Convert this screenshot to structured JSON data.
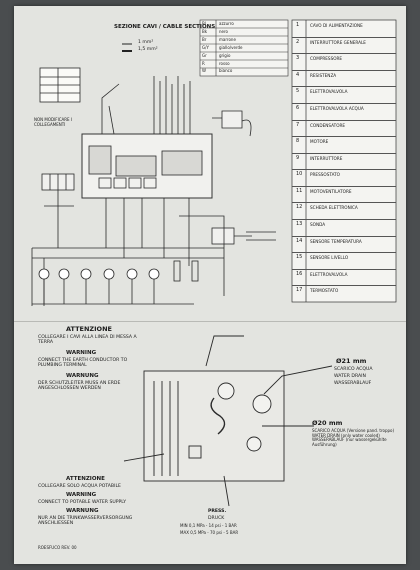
{
  "top": {
    "cable_title": "SEZIONE CAVI / CABLE SECTIONS",
    "sections": [
      {
        "value": "1 mm²"
      },
      {
        "value": "1,5 mm²"
      }
    ],
    "note_left": "NON MODIFICARE I COLLEGAMENTI",
    "color_codes": [
      {
        "code": "Bl",
        "name": "azzurro"
      },
      {
        "code": "Bk",
        "name": "nero"
      },
      {
        "code": "Br",
        "name": "marrone"
      },
      {
        "code": "G/Y",
        "name": "giallo/verde"
      },
      {
        "code": "Gr",
        "name": "grigio"
      },
      {
        "code": "R",
        "name": "rosso"
      },
      {
        "code": "W",
        "name": "bianco"
      }
    ]
  },
  "legend": [
    {
      "code": "1",
      "text": "CAVO DI ALIMENTAZIONE"
    },
    {
      "code": "2",
      "text": "INTERRUTTORE GENERALE"
    },
    {
      "code": "3",
      "text": "COMPRESSORE"
    },
    {
      "code": "4",
      "text": "RESISTENZA"
    },
    {
      "code": "5",
      "text": "ELETTROVALVOLA"
    },
    {
      "code": "6",
      "text": "ELETTROVALVOLA ACQUA"
    },
    {
      "code": "7",
      "text": "CONDENSATORE"
    },
    {
      "code": "8",
      "text": "MOTORE"
    },
    {
      "code": "9",
      "text": "INTERRUTTORE"
    },
    {
      "code": "10",
      "text": "PRESSOSTATO"
    },
    {
      "code": "11",
      "text": "MOTOVENTILATORE"
    },
    {
      "code": "12",
      "text": "SCHEDA ELETTRONICA"
    },
    {
      "code": "13",
      "text": "SONDA"
    },
    {
      "code": "14",
      "text": "SENSORE TEMPERATURA"
    },
    {
      "code": "15",
      "text": "SENSORE LIVELLO"
    },
    {
      "code": "16",
      "text": "ELETTROVALVOLA"
    },
    {
      "code": "17",
      "text": "TERMOSTATO"
    }
  ],
  "attention_top": {
    "title_it": "ATTENZIONE",
    "text_it": "COLLEGARE I CAVI ALLA LINEA DI MESSA A TERRA",
    "title_en": "WARNING",
    "text_en": "CONNECT THE EARTH CONDUCTOR TO PLUMBING TERMINAL",
    "title_de": "WARNUNG",
    "text_de": "DER SCHUTZLEITER MUSS AN ERDE ANGESCHLOSSEN WERDEN"
  },
  "diam21": {
    "label": "Ø21 mm",
    "line1": "SCARICO ACQUA",
    "line2": "WATER DRAIN",
    "line3": "WASSERABLAUF"
  },
  "diam20": {
    "label": "Ø20 mm",
    "text": "SCARICO ACQUA (Versione pand. troppo) WATER DRAIN (only water cooled) WASSERABLAUF (nur wassergekühlte Ausführung)"
  },
  "attention_bottom": {
    "title_it": "ATTENZIONE",
    "text_it": "COLLEGARE SOLO ACQUA POTABILE",
    "title_en": "WARNING",
    "text_en": "CONNECT TO POTABLE WATER SUPPLY",
    "title_de": "WARNUNG",
    "text_de": "NUR AN DIE TRINKWASSERVERSORGUNG ANSCHLIESSEN"
  },
  "pressure": {
    "label": "PRESS.",
    "label2": "DRUCK",
    "min": "MIN 0,1 MPa - 14 psi - 1 BAR",
    "max": "MAX 0,5 MPa - 70 psi - 5 BAR"
  },
  "footer": {
    "code": "ROESFUCO REV. 00"
  }
}
